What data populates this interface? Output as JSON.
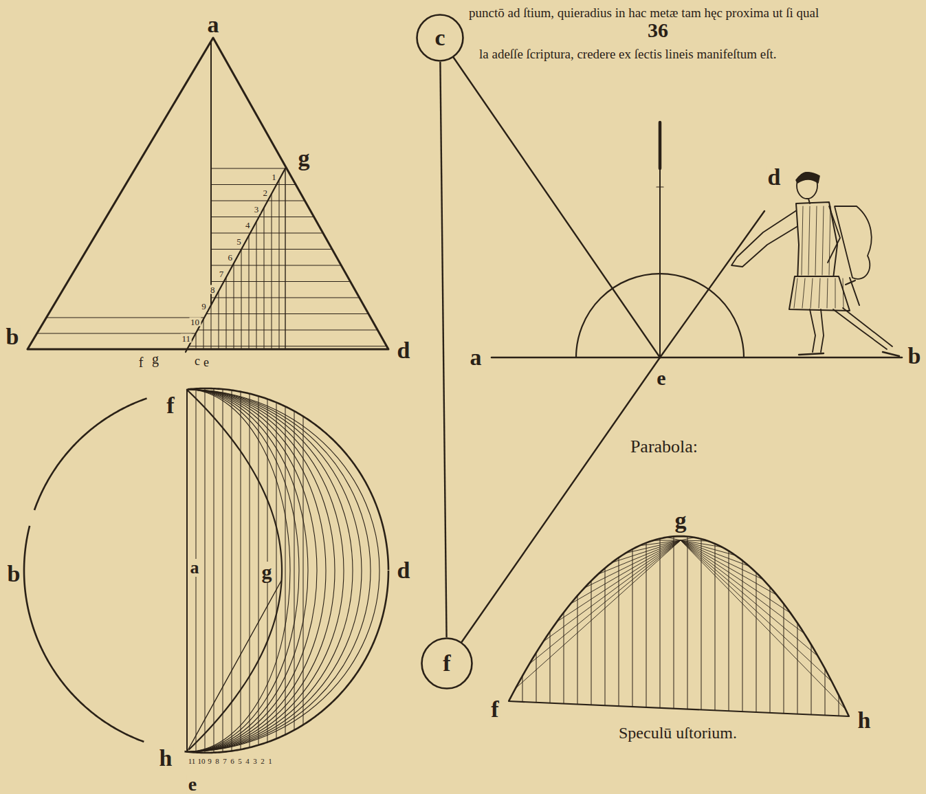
{
  "diagram": {
    "nodes": [
      {
        "text": [
          "c"
        ]
      },
      {
        "text": [
          "f"
        ]
      }
    ],
    "edges": [
      {
        "from": 0,
        "to": 1,
        "arrow": "none"
      }
    ],
    "labels": [
      "punctō ad ſtium, quieradius in hac metæ tam hęc proxima ut ſi qual",
      "la adeſſe ſcriptura, credere ex ſectis lineis manifeſtum eſt.",
      "36",
      "a",
      "g",
      "b",
      "d",
      "1",
      "2",
      "3",
      "4",
      "5",
      "6",
      "7",
      "8",
      "9",
      "10",
      "11",
      "f",
      "g",
      "c",
      "e",
      "f",
      "b",
      "a",
      "g",
      "d",
      "h",
      "e",
      "11",
      "10",
      "9",
      "8",
      "7",
      "6",
      "5",
      "4",
      "3",
      "2",
      "1",
      "a",
      "e",
      "b",
      "d",
      "Parabola:",
      "g",
      "f",
      "h",
      "Speculū uſtorium."
    ]
  }
}
